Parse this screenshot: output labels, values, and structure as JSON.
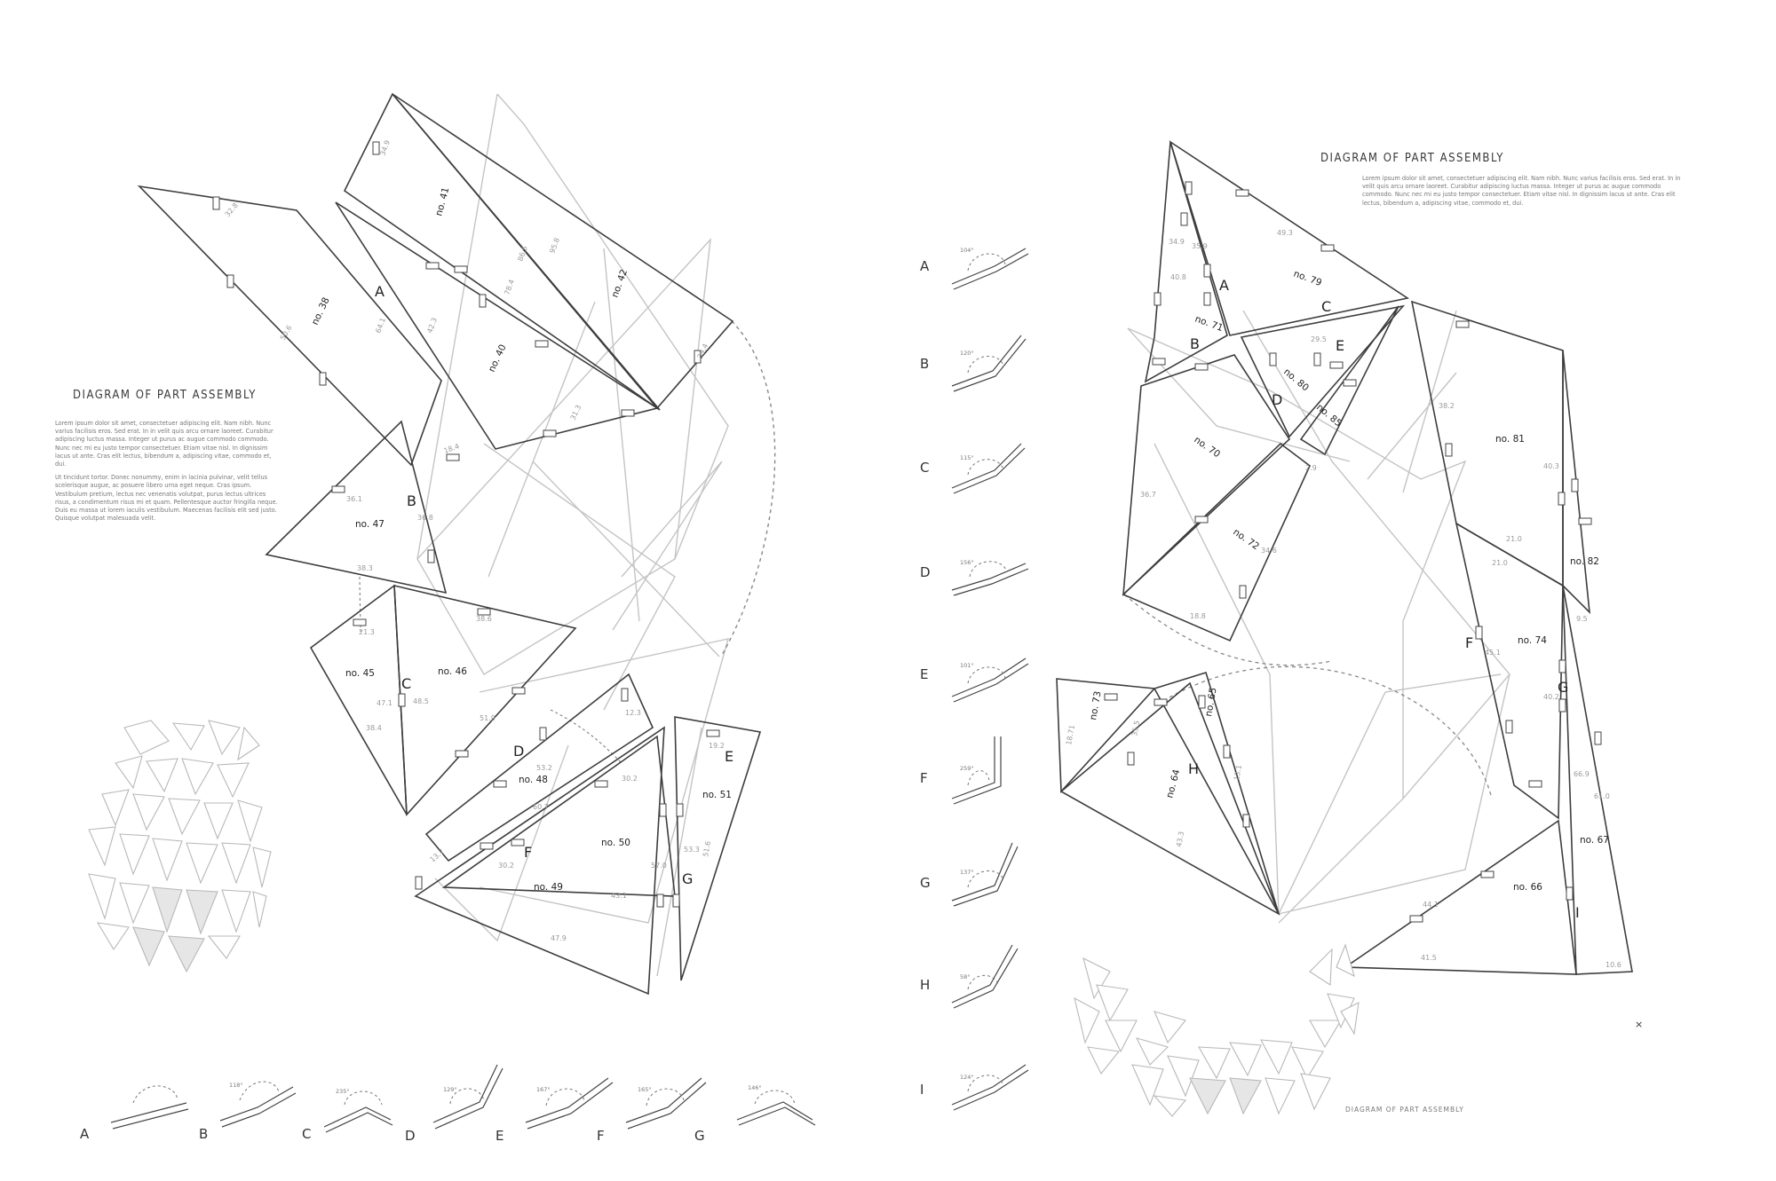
{
  "left_panel": {
    "title": "DIAGRAM OF PART ASSEMBLY",
    "paragraph_1": "Lorem ipsum dolor sit amet, consectetuer adipiscing elit. Nam nibh. Nunc varius facilisis eros. Sed erat. In in velit quis arcu ornare laoreet. Curabitur adipiscing luctus massa. Integer ut purus ac augue commodo commodo. Nunc nec mi eu justo tempor consectetuer. Etiam vitae nisl. In dignissim lacus ut ante. Cras elit lectus, bibendum a, adipiscing vitae, commodo et, dui.",
    "paragraph_2": "Ut tincidunt tortor. Donec nonummy, enim in lacinia pulvinar, velit tellus scelerisque augue, ac posuere libero urna eget neque. Cras ipsum. Vestibulum pretium, lectus nec venenatis volutpat, purus lectus ultrices risus, a condimentum risus mi et quam. Pellentesque auctor fringilla neque. Duis eu massa ut lorem iaculis vestibulum. Maecenas facilisis elit sed justo. Quisque volutpat malesuada velit.",
    "parts": [
      {
        "label": "no. 38"
      },
      {
        "label": "no. 41"
      },
      {
        "label": "no. 40"
      },
      {
        "label": "no. 42"
      },
      {
        "label": "no. 47"
      },
      {
        "label": "no. 45"
      },
      {
        "label": "no. 46"
      },
      {
        "label": "no. 48"
      },
      {
        "label": "no. 49"
      },
      {
        "label": "no. 50"
      },
      {
        "label": "no. 51"
      }
    ],
    "joint_letters": [
      "A",
      "B",
      "C",
      "D",
      "E",
      "F",
      "G"
    ],
    "dimensions": [
      "32.8",
      "50.6",
      "64.1",
      "42.3",
      "78.4",
      "86.5",
      "95.8",
      "34.9",
      "31.3",
      "39.4",
      "18.4",
      "36.1",
      "36.8",
      "38.3",
      "21.3",
      "38.6",
      "47.1",
      "48.5",
      "38.4",
      "51.9",
      "53.2",
      "60.7",
      "12.3",
      "30.2",
      "57.0",
      "53.3",
      "43.1",
      "47.9",
      "13.7",
      "30.2",
      "19.2",
      "51.6"
    ],
    "joints": [
      {
        "letter": "A",
        "angle": ""
      },
      {
        "letter": "B",
        "angle": "118°"
      },
      {
        "letter": "C",
        "angle": "235°"
      },
      {
        "letter": "D",
        "angle": "129°"
      },
      {
        "letter": "E",
        "angle": "167°"
      },
      {
        "letter": "F",
        "angle": "165°"
      },
      {
        "letter": "G",
        "angle": "146°"
      }
    ]
  },
  "right_panel": {
    "title": "DIAGRAM OF PART ASSEMBLY",
    "paragraph": "Lorem ipsum dolor sit amet, consectetuer adipiscing elit. Nam nibh. Nunc varius facilisis eros. Sed erat. In in velit quis arcu ornare laoreet. Curabitur adipiscing luctus massa. Integer ut purus ac augue commodo commodo. Nunc nec mi eu justo tempor consectetuer. Etiam vitae nisl. In dignissim lacus ut ante. Cras elit lectus, bibendum a, adipiscing vitae, commodo et, dui.",
    "bottom_caption": "DIAGRAM OF PART ASSEMBLY",
    "parts": [
      {
        "label": "no. 79"
      },
      {
        "label": "no. 71"
      },
      {
        "label": "no. 80"
      },
      {
        "label": "no. 85"
      },
      {
        "label": "no. 70"
      },
      {
        "label": "no. 72"
      },
      {
        "label": "no. 81"
      },
      {
        "label": "no. 82"
      },
      {
        "label": "no. 74"
      },
      {
        "label": "no. 73"
      },
      {
        "label": "no. 65"
      },
      {
        "label": "no. 64"
      },
      {
        "label": "no. 67"
      },
      {
        "label": "no. 66"
      }
    ],
    "joint_letters": [
      "A",
      "B",
      "C",
      "D",
      "E",
      "F",
      "G",
      "H",
      "I"
    ],
    "dimensions": [
      "49.3",
      "34.9",
      "35.9",
      "40.8",
      "29.5",
      "38.2",
      "36.7",
      "34.6",
      "18.8",
      "21.0",
      "21.0",
      "40.3",
      "45.1",
      "40.2",
      "66.9",
      "61.0",
      "9.5",
      "44.1",
      "41.5",
      "10.6",
      "18.71",
      "35.5",
      "43.3",
      "13.1",
      "2.9"
    ],
    "joints": [
      {
        "letter": "A",
        "angle": "104°"
      },
      {
        "letter": "B",
        "angle": "120°"
      },
      {
        "letter": "C",
        "angle": "115°"
      },
      {
        "letter": "D",
        "angle": "156°"
      },
      {
        "letter": "E",
        "angle": "101°"
      },
      {
        "letter": "F",
        "angle": "259°"
      },
      {
        "letter": "G",
        "angle": "137°"
      },
      {
        "letter": "H",
        "angle": "58°"
      },
      {
        "letter": "I",
        "angle": "124°"
      }
    ],
    "close_glyph": "×"
  }
}
